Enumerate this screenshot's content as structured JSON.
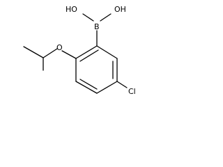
{
  "structure": {
    "atoms": {
      "hydroxyl_1": "HO",
      "hydroxyl_2": "OH",
      "boron": "B",
      "ether_oxygen": "O",
      "chlorine": "Cl"
    }
  }
}
